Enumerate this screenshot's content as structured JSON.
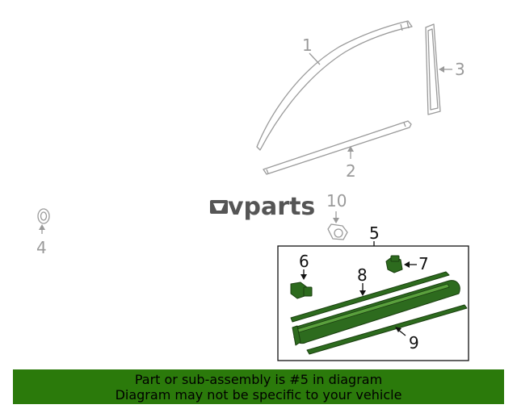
{
  "brand": {
    "logo_mark": "EV",
    "logo_text": "vparts"
  },
  "callouts": {
    "c1": "1",
    "c2": "2",
    "c3": "3",
    "c4": "4",
    "c5": "5",
    "c6": "6",
    "c7": "7",
    "c8": "8",
    "c9": "9",
    "c10": "10"
  },
  "colors": {
    "highlight_green": "#2d6b1e",
    "banner_green": "#2b7a0b",
    "unhighlighted_gray": "#9a9a9a"
  },
  "banner": {
    "line1": "Part or sub-assembly is #5 in diagram",
    "line2": "Diagram may not be specific to your vehicle"
  }
}
